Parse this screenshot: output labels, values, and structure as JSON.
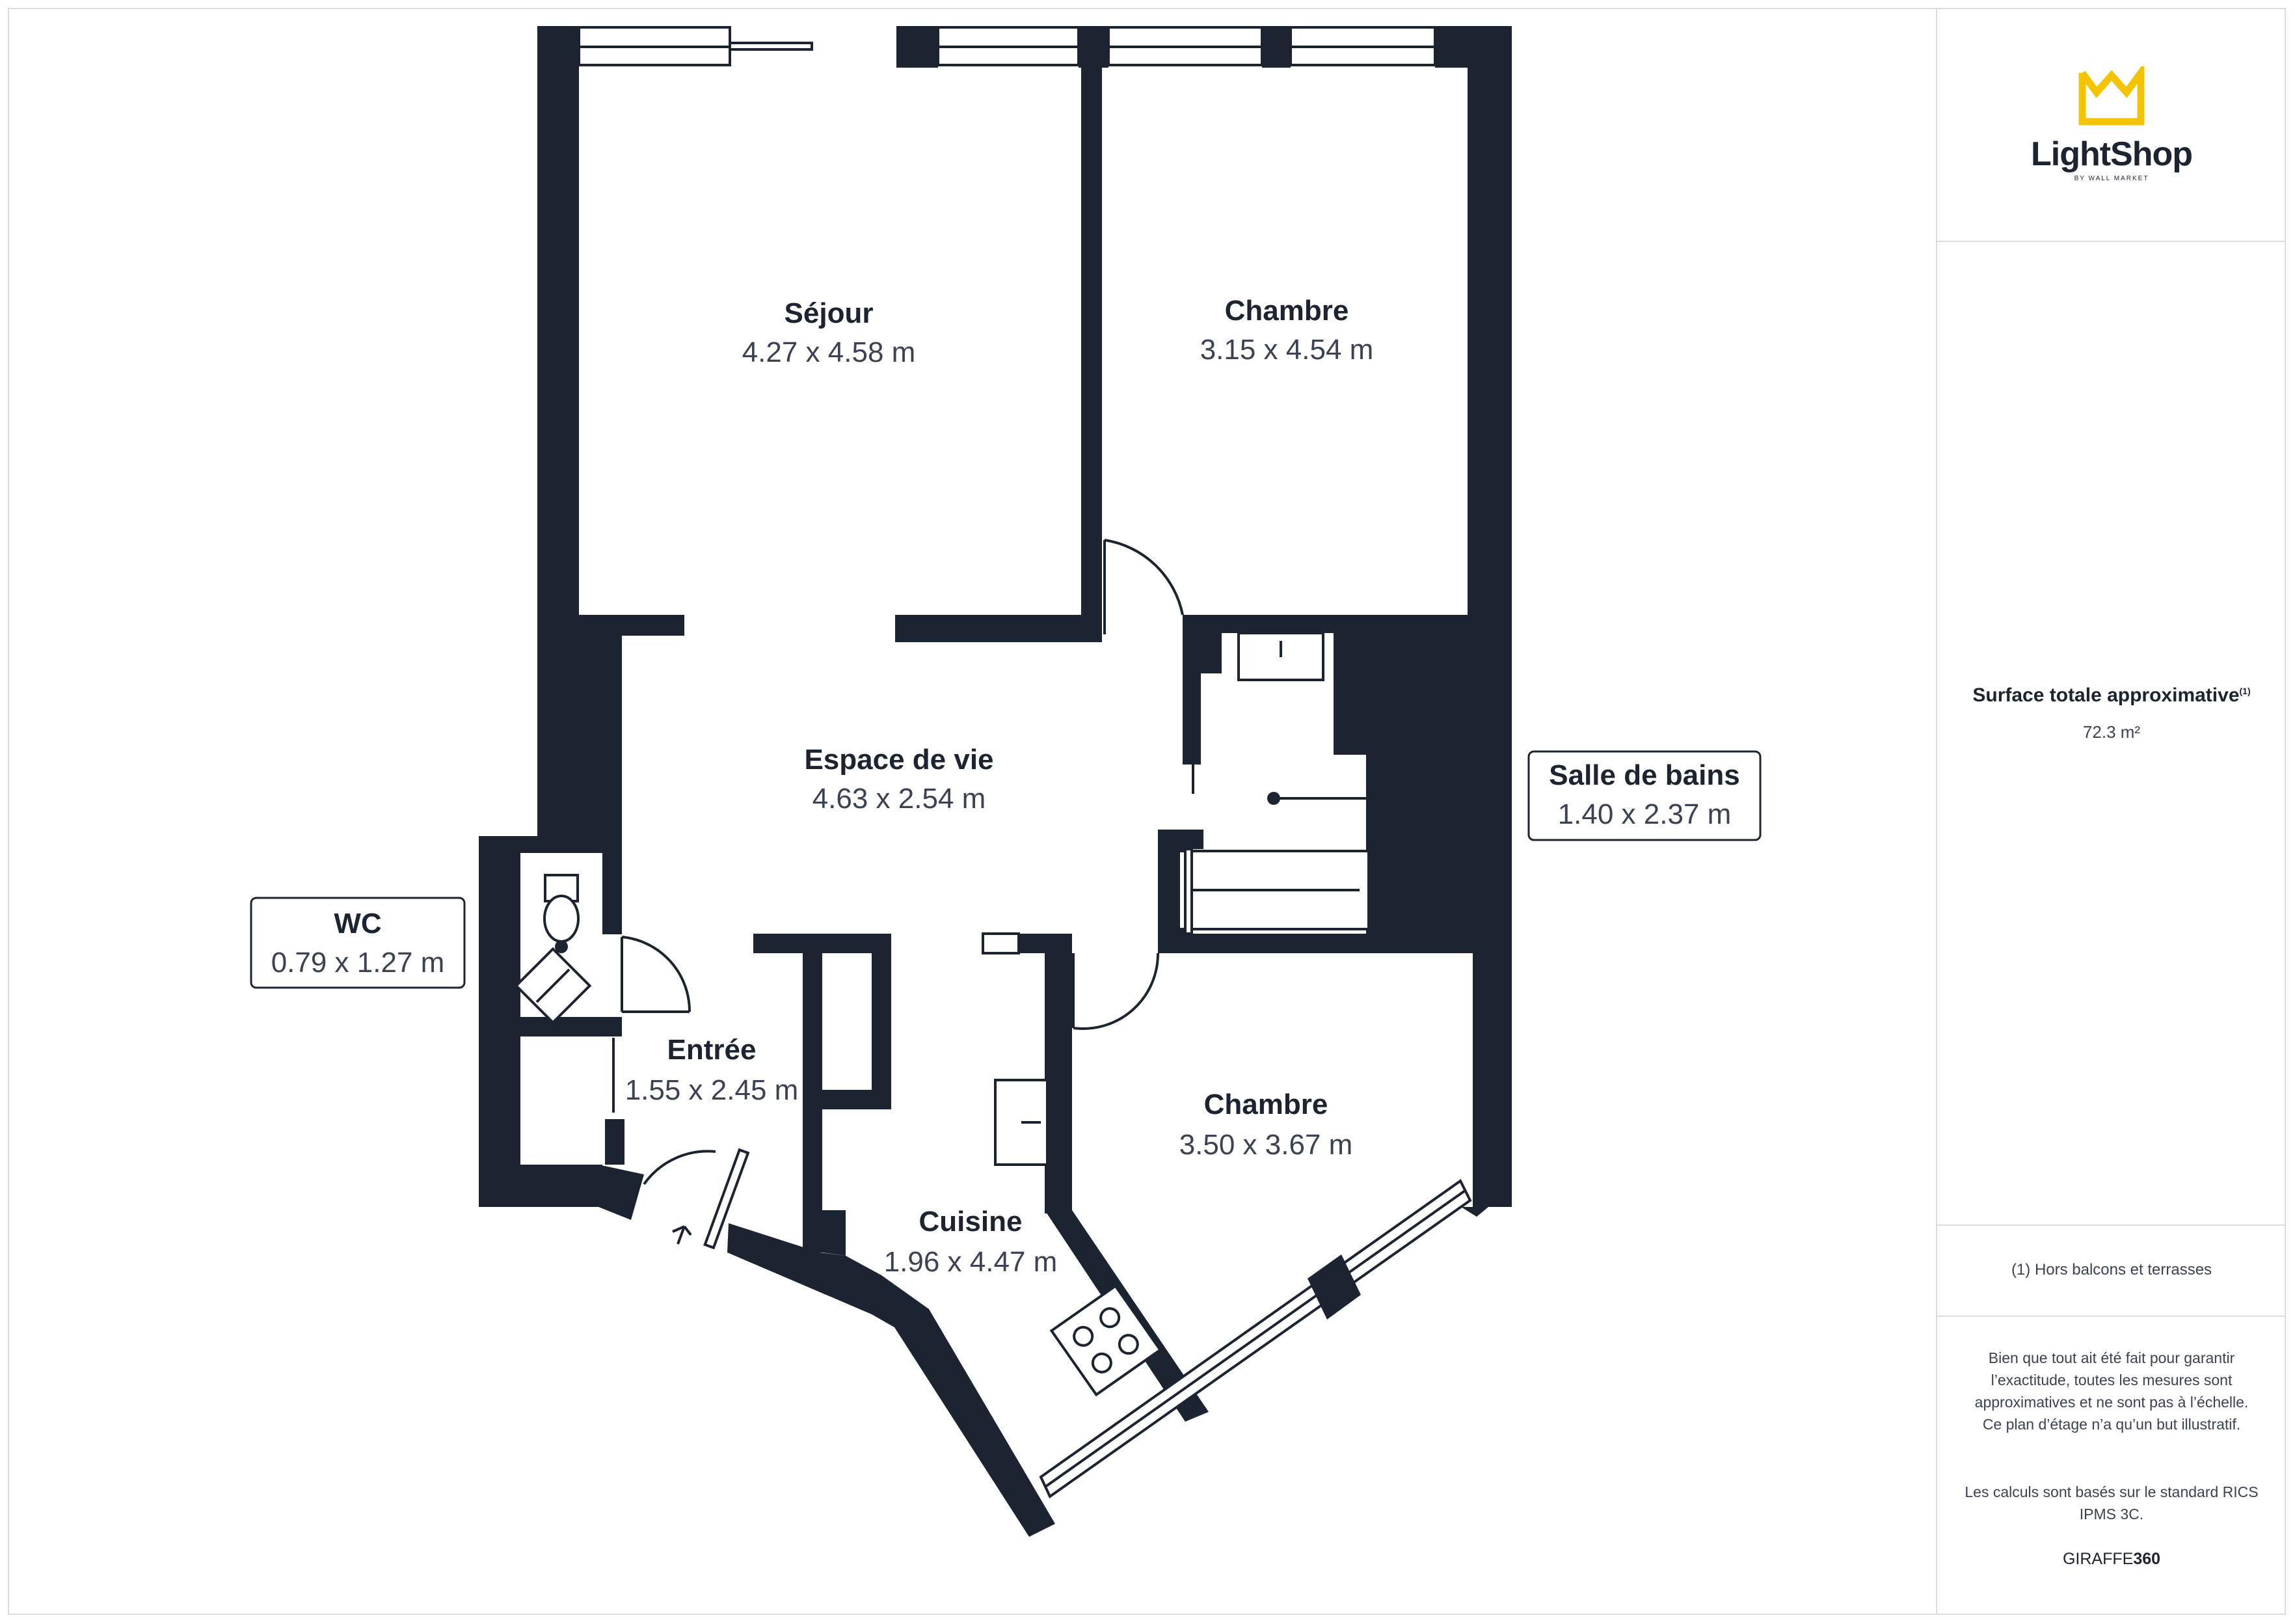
{
  "rooms": {
    "sejour": {
      "name": "Séjour",
      "dims": "4.27 x 4.58 m"
    },
    "chambre1": {
      "name": "Chambre",
      "dims": "3.15 x 4.54 m"
    },
    "espace": {
      "name": "Espace de vie",
      "dims": "4.63 x 2.54 m"
    },
    "sdb": {
      "name": "Salle de bains",
      "dims": "1.40 x 2.37 m"
    },
    "wc": {
      "name": "WC",
      "dims": "0.79 x 1.27 m"
    },
    "entree": {
      "name": "Entrée",
      "dims": "1.55 x 2.45 m"
    },
    "chambre2": {
      "name": "Chambre",
      "dims": "3.50 x 3.67 m"
    },
    "cuisine": {
      "name": "Cuisine",
      "dims": "1.96 x 4.47 m"
    }
  },
  "sidebar": {
    "logo_name": "LightShop",
    "logo_sub": "BY WALL MARKET",
    "surface_title": "Surface totale approximative",
    "surface_sup": "(1)",
    "surface_value": "72.3 m²",
    "note": "(1) Hors balcons et terrasses",
    "disclaimer": "Bien que tout ait été fait pour garantir l’exactitude, toutes les mesures sont approximatives et ne sont pas à l’échelle. Ce plan d’étage n’a qu’un but illustratif.",
    "calc": "Les calculs sont basés sur le standard RICS IPMS 3C.",
    "brand_a": "GIRAFFE",
    "brand_b": "360"
  },
  "colors": {
    "wall": "#1c2331",
    "accent": "#f5c400"
  }
}
